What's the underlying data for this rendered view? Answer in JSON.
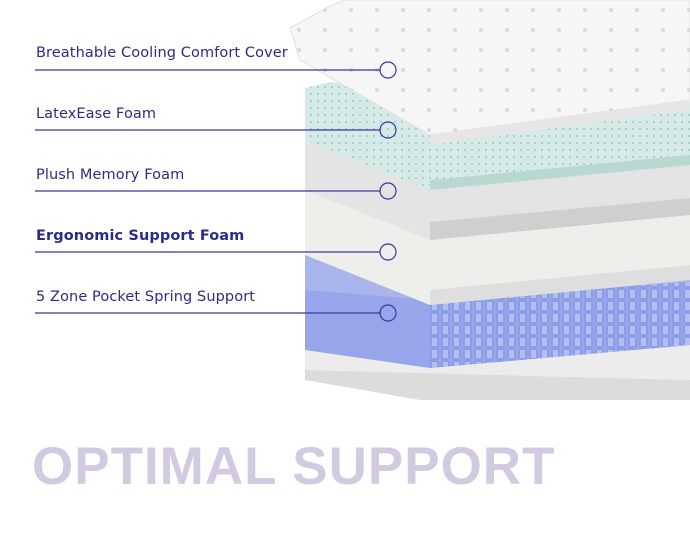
{
  "layers": [
    {
      "label": "Breathable Cooling Comfort Cover",
      "emphasis": false
    },
    {
      "label": "LatexEase Foam",
      "emphasis": false
    },
    {
      "label": "Plush Memory Foam",
      "emphasis": false
    },
    {
      "label": "Ergonomic Support Foam",
      "emphasis": true
    },
    {
      "label": "5 Zone Pocket Spring Support",
      "emphasis": false
    }
  ],
  "title": "OPTIMAL SUPPORT",
  "colors": {
    "label": "#2e2a8a",
    "title": "#d2cae0",
    "line": "#3b36a0",
    "spring": "#7d8fe0",
    "latex": "#cfe6e2"
  }
}
